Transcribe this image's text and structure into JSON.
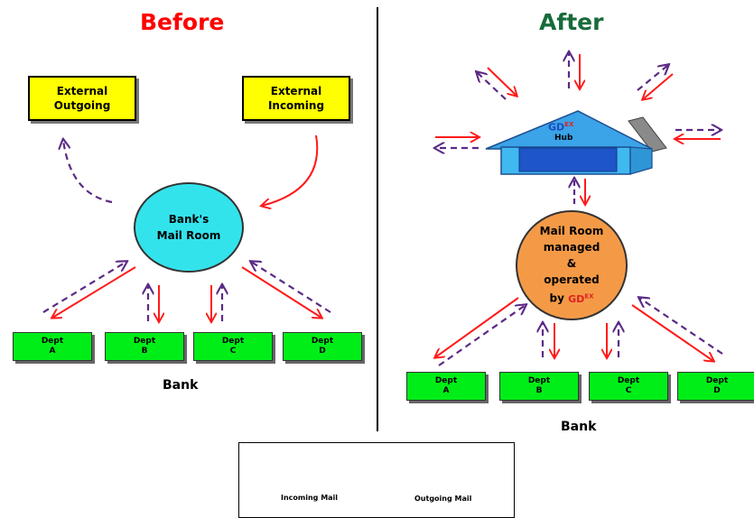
{
  "before": {
    "title": "Before",
    "external_outgoing": [
      "External",
      "Outgoing"
    ],
    "external_incoming": [
      "External",
      "Incoming"
    ],
    "mailroom": [
      "Bank's",
      "Mail Room"
    ],
    "bank_label": "Bank",
    "depts": [
      {
        "line1": "Dept",
        "line2": "A"
      },
      {
        "line1": "Dept",
        "line2": "B"
      },
      {
        "line1": "Dept",
        "line2": "C"
      },
      {
        "line1": "Dept",
        "line2": "D"
      }
    ]
  },
  "after": {
    "title": "After",
    "hub_label": "Hub",
    "logo": {
      "part1": "GD",
      "part2": "EX"
    },
    "mailroom": [
      "Mail Room",
      "managed",
      "&",
      "operated",
      "by"
    ],
    "bank_label": "Bank",
    "depts": [
      {
        "line1": "Dept",
        "line2": "A"
      },
      {
        "line1": "Dept",
        "line2": "B"
      },
      {
        "line1": "Dept",
        "line2": "C"
      },
      {
        "line1": "Dept",
        "line2": "D"
      }
    ]
  },
  "legend": {
    "incoming_label": "Incoming Mail",
    "outgoing_label": "Outgoing Mail"
  },
  "colors": {
    "incoming": "#ff1a1a",
    "outgoing": "#5b2a86",
    "yellow_box": "#ffff00",
    "dept_green": "#00ee18",
    "bank_mailroom": "#33e3ec",
    "after_mailroom": "#f49a47",
    "hub_blue": "#3ba3e8",
    "before_title": "#ff0000",
    "after_title": "#176b3a"
  }
}
